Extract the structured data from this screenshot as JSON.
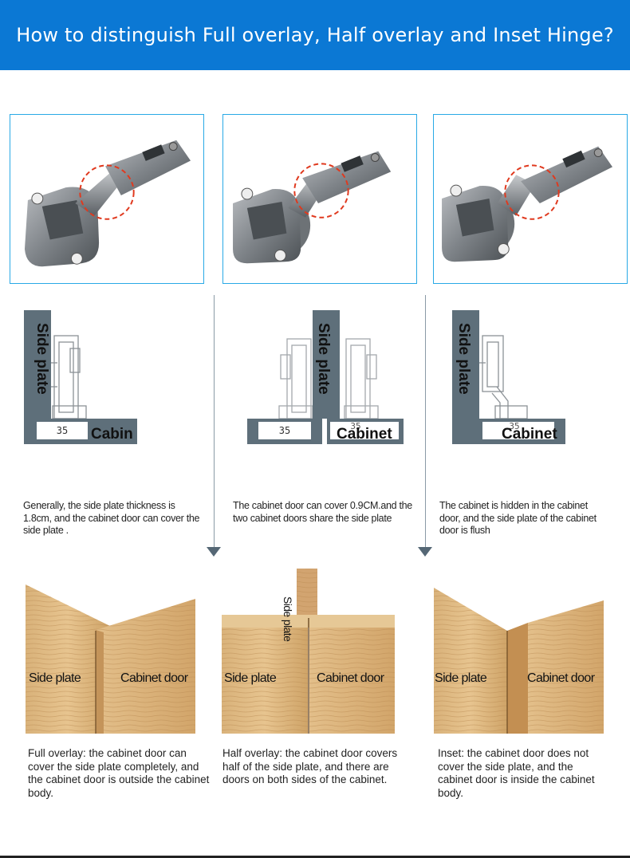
{
  "header": {
    "title": "How to distinguish Full overlay, Half overlay and Inset Hinge?"
  },
  "diagrams": [
    {
      "side_label": "Side plate",
      "measure": "35",
      "cabinet_label": "Cabin"
    },
    {
      "side_label": "Side plate",
      "measure_left": "35",
      "measure_right": "35",
      "cabinet_label": "Cabinet"
    },
    {
      "side_label": "Side plate",
      "measure": "35",
      "cabinet_label": "Cabinet"
    }
  ],
  "descriptions": [
    "Generally, the side plate thickness is 1.8cm, and the cabinet door can cover the side plate .",
    "The cabinet door can cover 0.9CM.and the two cabinet doors share the side plate",
    "The cabinet is hidden in the cabinet door, and the side plate of the cabinet door is flush"
  ],
  "wood_labels": [
    {
      "left": "Side plate",
      "right": "Cabinet door"
    },
    {
      "top": "Side plate",
      "left": "Side plate",
      "right": "Cabinet door"
    },
    {
      "left": "Side plate",
      "right": "Cabinet door"
    }
  ],
  "captions": [
    "Full overlay: the cabinet door can cover the side plate completely, and the cabinet door is outside the cabinet body.",
    "Half overlay: the cabinet door covers half of the side plate, and there are doors on both sides of the cabinet.",
    "Inset: the cabinet door does not cover the side plate, and the cabinet door is inside the cabinet body."
  ],
  "colors": {
    "header": "#0b78d4",
    "frame": "#29a9e6",
    "plate": "#5e6f7a",
    "dash": "#e0391e"
  }
}
